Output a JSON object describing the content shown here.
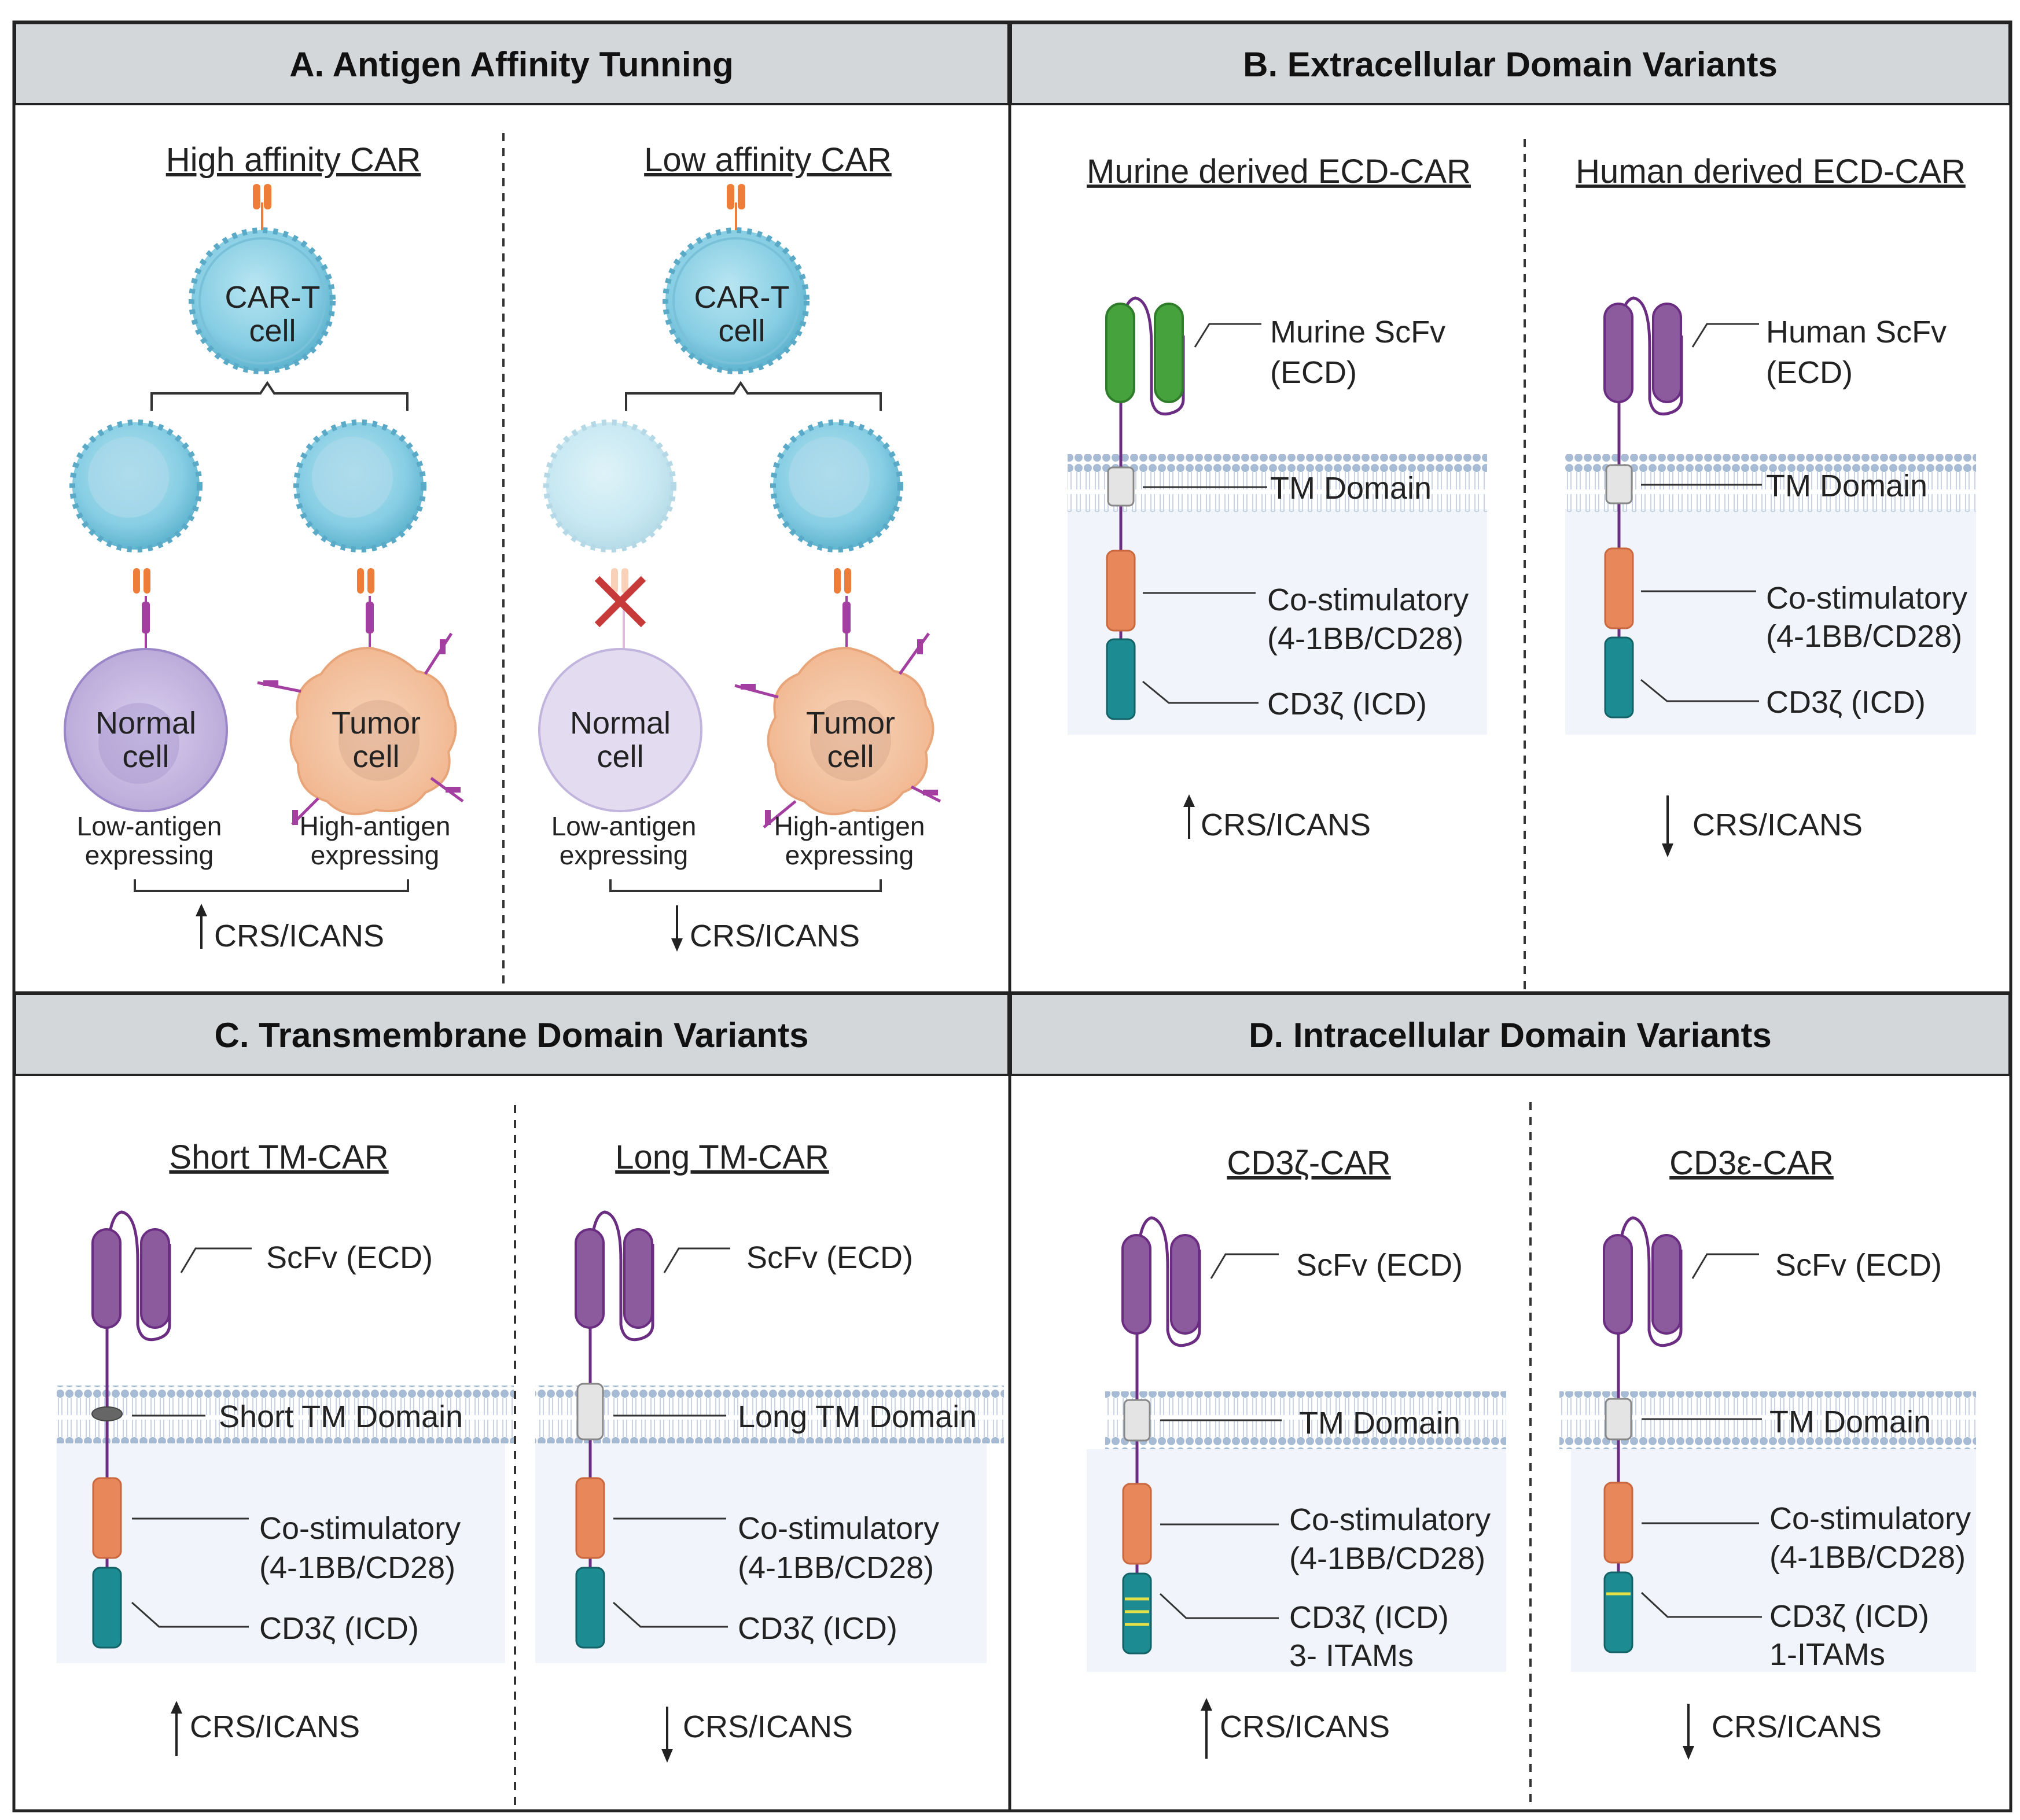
{
  "colors": {
    "header_bg": "#d4d7da",
    "border": "#222222",
    "cyto_bg": "#f1f5fb",
    "membrane": "#aebfd6",
    "scfv_purple": "#8b5b9e",
    "scfv_green": "#46a23c",
    "tm_grey": "#e4e4e4",
    "costim_orange": "#e8875a",
    "cd3z_teal": "#1d8b92",
    "itam_yellow": "#e4e047",
    "car_orange": "#ef7d3a",
    "antigen_magenta": "#a23fa0",
    "tcell_blue": "#8fd1e6",
    "normal_cell": "#c4b5de",
    "tumor_cell": "#f5c7a5",
    "cross_red": "#c63a3a"
  },
  "panels": {
    "a": {
      "title": "A. Antigen Affinity Tunning",
      "left": {
        "subtitle": "High affinity CAR",
        "car_t_line1": "CAR-T",
        "car_t_line2": "cell",
        "normal_line1": "Normal",
        "normal_line2": "cell",
        "tumor_line1": "Tumor",
        "tumor_line2": "cell",
        "low_expr_line1": "Low-antigen",
        "low_expr_line2": "expressing",
        "high_expr_line1": "High-antigen",
        "high_expr_line2": "expressing",
        "outcome": "CRS/ICANS",
        "arrow": "up"
      },
      "right": {
        "subtitle": "Low affinity CAR",
        "car_t_line1": "CAR-T",
        "car_t_line2": "cell",
        "normal_line1": "Normal",
        "normal_line2": "cell",
        "tumor_line1": "Tumor",
        "tumor_line2": "cell",
        "low_expr_line1": "Low-antigen",
        "low_expr_line2": "expressing",
        "high_expr_line1": "High-antigen",
        "high_expr_line2": "expressing",
        "outcome": "CRS/ICANS",
        "arrow": "down"
      }
    },
    "b": {
      "title": "B. Extracellular Domain Variants",
      "left": {
        "subtitle": "Murine derived ECD-CAR",
        "scfv_line1": "Murine ScFv",
        "scfv_line2": "(ECD)",
        "tm": "TM Domain",
        "costim_line1": "Co-stimulatory",
        "costim_line2": "(4-1BB/CD28)",
        "icd": "CD3ζ (ICD)",
        "outcome": "CRS/ICANS",
        "arrow": "up"
      },
      "right": {
        "subtitle": "Human derived ECD-CAR",
        "scfv_line1": "Human ScFv",
        "scfv_line2": "(ECD)",
        "tm": "TM Domain",
        "costim_line1": "Co-stimulatory",
        "costim_line2": "(4-1BB/CD28)",
        "icd": "CD3ζ (ICD)",
        "outcome": "CRS/ICANS",
        "arrow": "down"
      }
    },
    "c": {
      "title": "C. Transmembrane Domain Variants",
      "left": {
        "subtitle": "Short TM-CAR",
        "scfv": "ScFv (ECD)",
        "tm": "Short TM Domain",
        "costim_line1": "Co-stimulatory",
        "costim_line2": "(4-1BB/CD28)",
        "icd": "CD3ζ (ICD)",
        "outcome": "CRS/ICANS",
        "arrow": "up"
      },
      "right": {
        "subtitle": "Long TM-CAR",
        "scfv": "ScFv (ECD)",
        "tm": "Long TM Domain",
        "costim_line1": "Co-stimulatory",
        "costim_line2": "(4-1BB/CD28)",
        "icd": "CD3ζ (ICD)",
        "outcome": "CRS/ICANS",
        "arrow": "down"
      }
    },
    "d": {
      "title": "D. Intracellular Domain Variants",
      "left": {
        "subtitle": "CD3ζ-CAR",
        "scfv": "ScFv (ECD)",
        "tm": "TM Domain",
        "costim_line1": "Co-stimulatory",
        "costim_line2": "(4-1BB/CD28)",
        "icd_line1": "CD3ζ (ICD)",
        "icd_line2": "3- ITAMs",
        "itam_count": 3,
        "outcome": "CRS/ICANS",
        "arrow": "up"
      },
      "right": {
        "subtitle": "CD3ε-CAR",
        "scfv": "ScFv (ECD)",
        "tm": "TM Domain",
        "costim_line1": "Co-stimulatory",
        "costim_line2": "(4-1BB/CD28)",
        "icd_line1": "CD3ζ (ICD)",
        "icd_line2": "1-ITAMs",
        "itam_count": 1,
        "outcome": "CRS/ICANS",
        "arrow": "down"
      }
    }
  }
}
